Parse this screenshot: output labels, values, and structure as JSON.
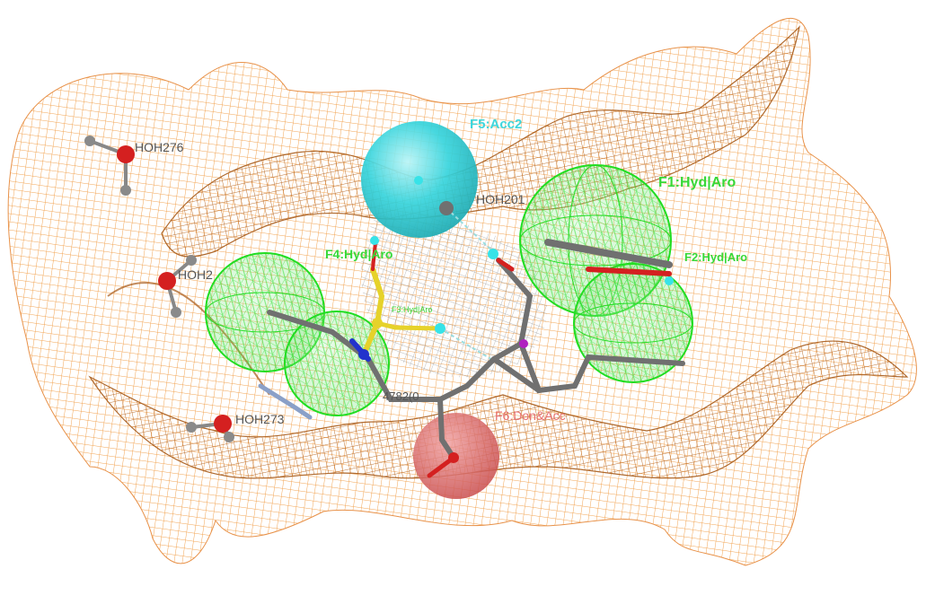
{
  "colors": {
    "mesh_light": "#f2a453",
    "mesh_dark": "#b8641c",
    "hydrophobic": "#22dd22",
    "acceptor": "#36d4dc",
    "donor_acceptor": "#dd6b6b",
    "carbon": "#707070",
    "oxygen": "#d42020",
    "nitrogen": "#2233cc",
    "sulfur": "#e6d22a",
    "polar_h": "#37e3e8",
    "label_hyd": "#38d838",
    "label_acc": "#3ed6dc",
    "label_don": "#e77070",
    "label_water": "#555555"
  },
  "features": {
    "f1": "F1:Hyd|Aro",
    "f2": "F2:Hyd|Aro",
    "f3": "F3:Hyd|Aro",
    "f4": "F4:Hyd|Aro",
    "f5": "F5:Acc2",
    "f6": "F6:Don&Acc"
  },
  "waters": {
    "w1": "HOH276",
    "w2": "HOH2",
    "w3": "HOH273",
    "w4": "HOH201"
  },
  "residue_label": "4782(0"
}
